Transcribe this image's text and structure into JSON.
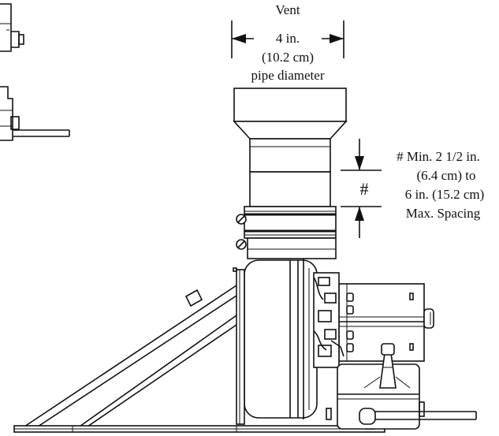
{
  "vent_label": {
    "line1": "Vent",
    "line2": "4 in.",
    "line3": "(10.2 cm)",
    "line4": "pipe diameter"
  },
  "spacing_label": {
    "line1": "# Min. 2 1/2 in.",
    "line2": "(6.4 cm) to",
    "line3": "6 in. (15.2 cm)",
    "line4": "Max. Spacing"
  },
  "spacing_marker": "#"
}
